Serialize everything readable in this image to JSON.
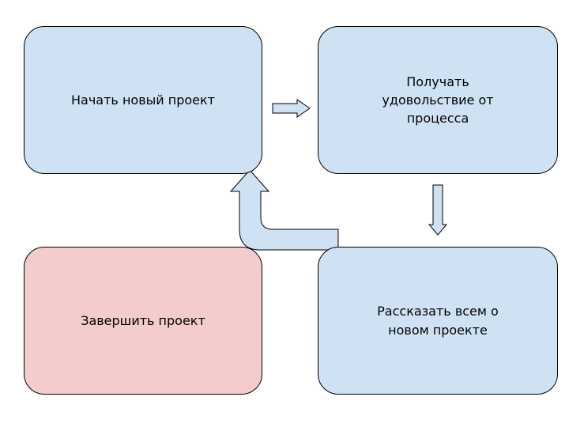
{
  "colors": {
    "step_fill": "#cfe2f3",
    "end_fill": "#f4cccc",
    "arrow_fill": "#cfe2f3",
    "stroke": "#000000"
  },
  "nodes": [
    {
      "id": "start",
      "label": "Начать новый проект",
      "fill": "step_fill"
    },
    {
      "id": "enjoy",
      "label": "Получать\nудовольствие от\nпроцесса",
      "fill": "step_fill"
    },
    {
      "id": "tell",
      "label": "Рассказать всем о\nновом проекте",
      "fill": "step_fill"
    },
    {
      "id": "finish",
      "label": "Завершить проект",
      "fill": "end_fill"
    }
  ],
  "edges": [
    {
      "from": "start",
      "to": "enjoy",
      "style": "block-arrow"
    },
    {
      "from": "enjoy",
      "to": "tell",
      "style": "block-arrow"
    },
    {
      "from": "tell",
      "to": "start",
      "style": "bent-block-arrow"
    }
  ]
}
